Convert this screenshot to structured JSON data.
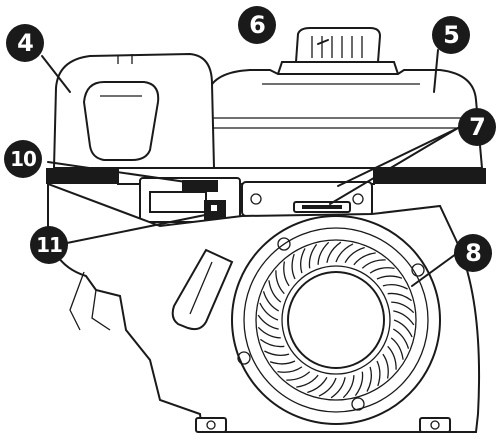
{
  "callouts": {
    "c4": "4",
    "c5": "5",
    "c6": "6",
    "c7": "7",
    "c8": "8",
    "c10": "10",
    "c11": "11"
  },
  "icons": {
    "engine": "engine-drawing"
  }
}
